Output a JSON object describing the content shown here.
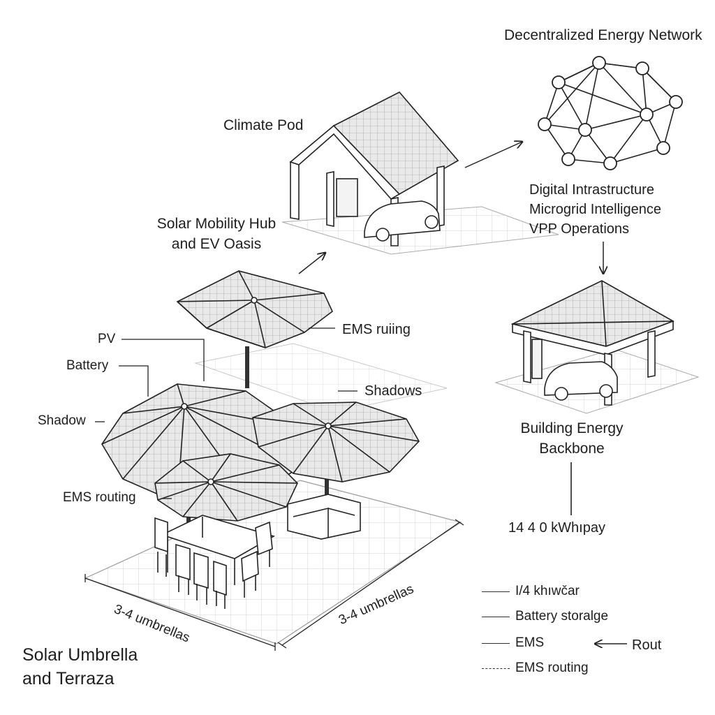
{
  "network": {
    "title": "Decentralized Energy Network"
  },
  "climate_pod": {
    "label": "Climate Pod"
  },
  "hub": {
    "line1": "Solar Mobility Hub",
    "line2": "and EV Oasis"
  },
  "digital": {
    "line1": "Digital Intrastructure",
    "line2": "Microgrid Intelligence",
    "line3": "VPP Operations"
  },
  "umbrella_labels": {
    "ems_ruiing": "EMS ruiing",
    "pv": "PV",
    "battery": "Battery",
    "shadows": "Shadows",
    "shadow": "Shadow",
    "ems_routing": "EMS routing"
  },
  "building": {
    "line1": "Building Energy",
    "line2": "Backbone",
    "kwh": "14 4 0  kWhıpay"
  },
  "dimensions": {
    "left": "3-4 umbrellas",
    "right": "3-4 umbrellas"
  },
  "terrace": {
    "line1": "Solar Umbrella",
    "line2": "and Terraza"
  },
  "legend": {
    "items": [
      {
        "label": "I/4 khıwčar",
        "style": "solid"
      },
      {
        "label": "Battery storalge",
        "style": "solid"
      },
      {
        "label": "EMS",
        "style": "solid"
      },
      {
        "label": "EMS routing",
        "style": "dashed"
      }
    ],
    "rout_label": "Rout"
  }
}
